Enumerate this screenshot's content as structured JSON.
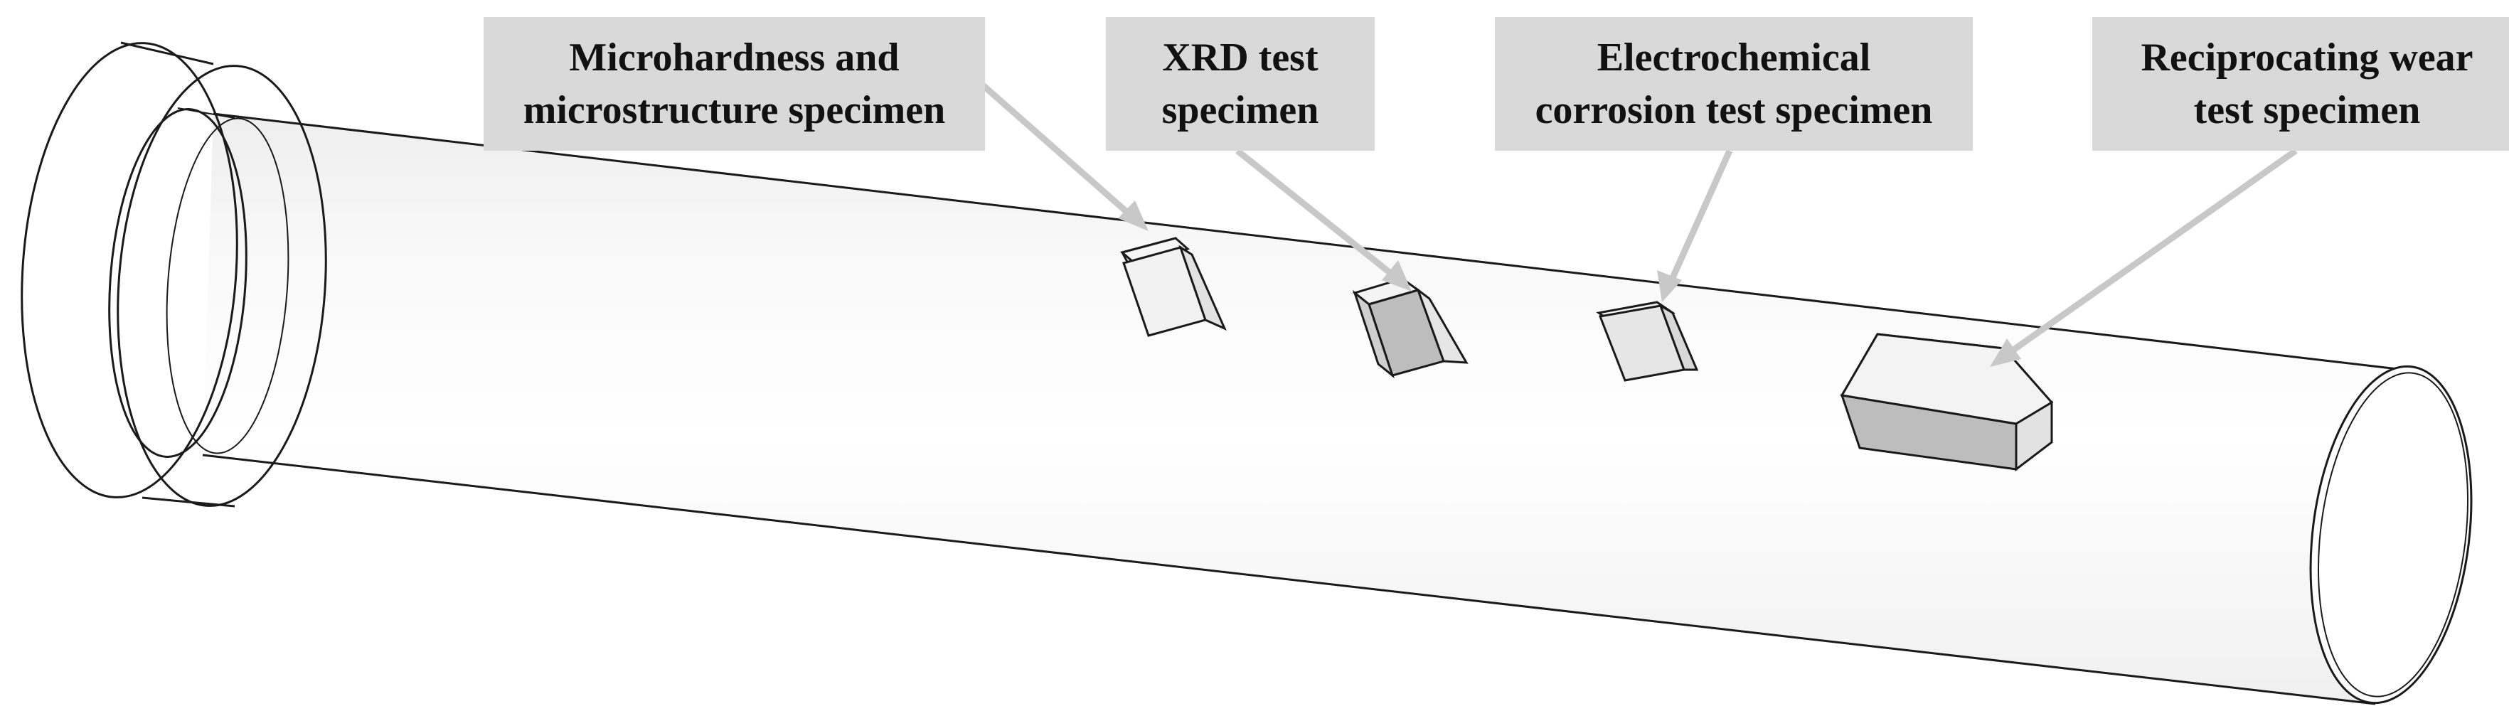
{
  "callouts": [
    {
      "id": "microhardness",
      "label": "Microhardness and\nmicrostructure specimen"
    },
    {
      "id": "xrd",
      "label": "XRD test\nspecimen"
    },
    {
      "id": "electrochemical",
      "label": "Electrochemical\ncorrosion test specimen"
    },
    {
      "id": "wear",
      "label": "Reciprocating wear\ntest specimen"
    }
  ],
  "colors": {
    "outline": "#1a1a1a",
    "label_box": "#d9d9d9",
    "arrow": "#c8c8c8",
    "specimen_light": "#f2f2f2",
    "specimen_dark": "#bdbdbd"
  }
}
